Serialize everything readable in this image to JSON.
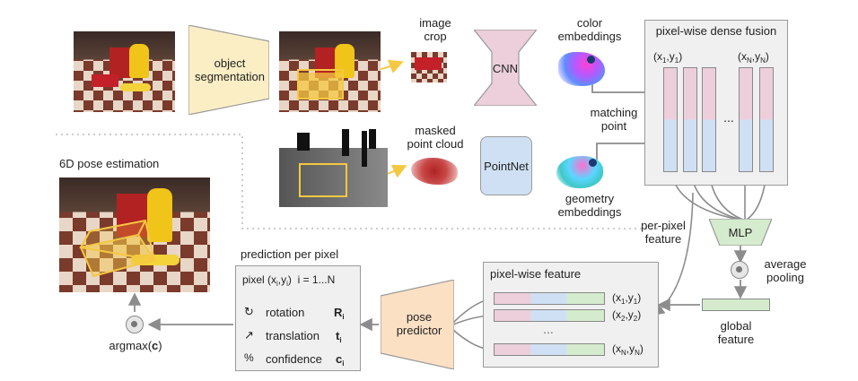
{
  "labels": {
    "object_segmentation_l1": "object",
    "object_segmentation_l2": "segmentation",
    "image_crop_l1": "image",
    "image_crop_l2": "crop",
    "cnn": "CNN",
    "color_embeddings_l1": "color",
    "color_embeddings_l2": "embeddings",
    "pixel_wise_dense_fusion": "pixel-wise dense fusion",
    "x1": "(x",
    "xn": "(x",
    "matching_point_l1": "matching",
    "matching_point_l2": "point",
    "masked_point_cloud_l1": "masked",
    "masked_point_cloud_l2": "point cloud",
    "pointnet": "PointNet",
    "geometry_embeddings_l1": "geometry",
    "geometry_embeddings_l2": "embeddings",
    "pose_estimation": "6D pose estimation",
    "per_pixel_feature_l1": "per-pixel",
    "per_pixel_feature_l2": "feature",
    "mlp": "MLP",
    "average_pooling_l1": "average",
    "average_pooling_l2": "pooling",
    "prediction_per_pixel": "prediction per pixel",
    "pixel_index": "pixel (x",
    "pixel_range": "i = 1...N",
    "rotation": "rotation",
    "rotation_sym": "R",
    "translation": "translation",
    "translation_sym": "t",
    "confidence": "confidence",
    "confidence_sym": "c",
    "pose_predictor_l1": "pose",
    "pose_predictor_l2": "predictor",
    "pixel_wise_feature": "pixel-wise feature",
    "row1": "(x",
    "row2": "(x",
    "rowN": "(x",
    "global_feature_l1": "global",
    "global_feature_l2": "feature",
    "argmax": "argmax(",
    "argmax_arg": "c",
    "argmax_close": ")",
    "ellipsis": "..."
  },
  "colors": {
    "segmentation_fill": "#fbeec5",
    "cnn_fill": "#eccfdb",
    "pointnet_fill": "#cfe0f4",
    "pose_fill": "#fbe0c4",
    "mlp_fill": "#d5ebcd",
    "panel_fill": "#f0f0f0",
    "arrow": "#8c8c8c",
    "highlight": "#f5c842"
  }
}
